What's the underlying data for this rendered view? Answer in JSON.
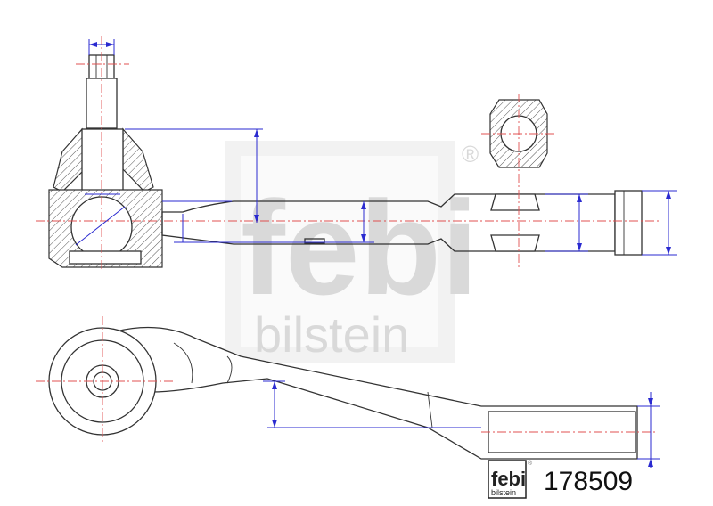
{
  "watermark": {
    "brand": "febi",
    "sub": "bilstein",
    "registered": "®"
  },
  "logo": {
    "brand": "febi",
    "sub": "bilstein",
    "registered": "®"
  },
  "part_number": "178509",
  "colors": {
    "outline": "#333333",
    "dimension": "#2a2ad0",
    "centerline": "#e05050",
    "watermark": "#d9d9d9"
  }
}
